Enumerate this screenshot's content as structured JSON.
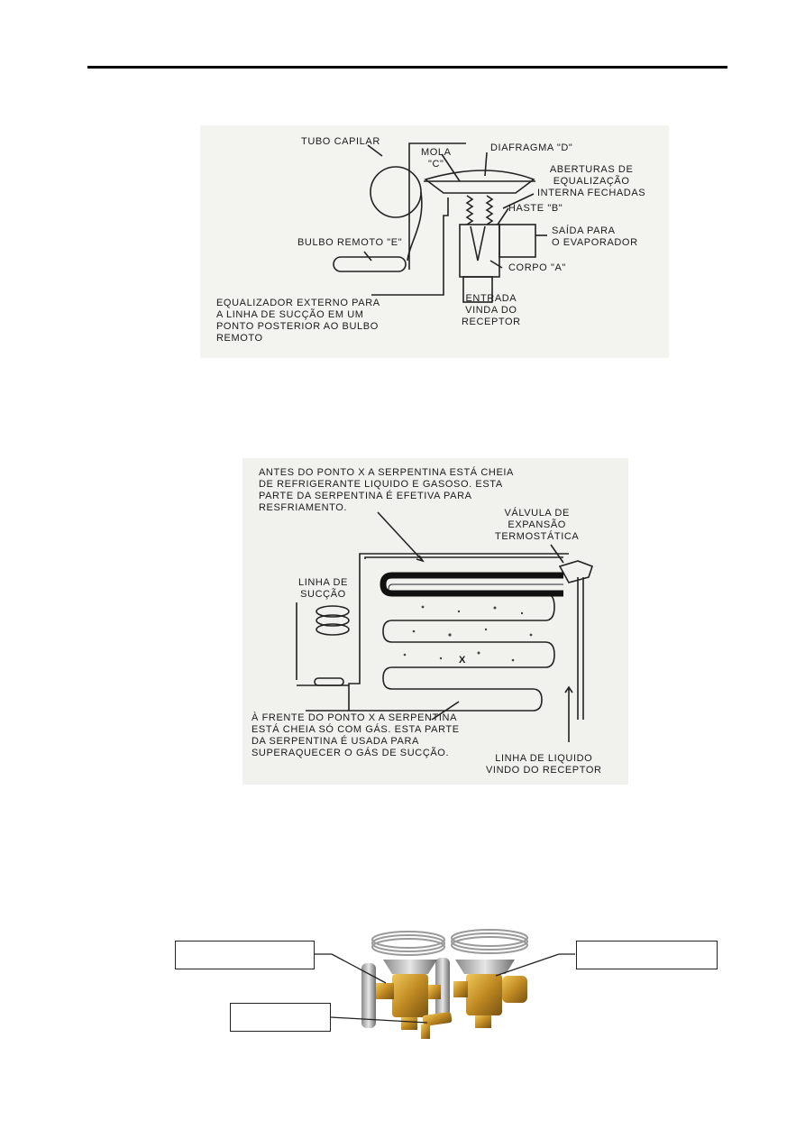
{
  "figure1": {
    "labels": {
      "tubo_capilar": "TUBO CAPILAR",
      "mola": "MOLA\n\"C\"",
      "diafragma": "DIAFRAGMA \"D\"",
      "aberturas": "ABERTURAS DE\nEQUALIZAÇÃO\nINTERNA FECHADAS",
      "haste": "HASTE \"B\"",
      "saida": "SAÍDA PARA\nO EVAPORADOR",
      "bulbo": "BULBO REMOTO \"E\"",
      "corpo": "CORPO \"A\"",
      "equalizador": "EQUALIZADOR EXTERNO PARA\nA LINHA DE SUCÇÃO EM UM\nPONTO POSTERIOR AO BULBO\nREMOTO",
      "entrada": "ENTRADA\nVINDA DO\nRECEPTOR"
    }
  },
  "figure2": {
    "labels": {
      "antes": "ANTES DO PONTO X A SERPENTINA ESTÁ CHEIA\nDE REFRIGERANTE LIQUIDO E GASOSO. ESTA\nPARTE DA SERPENTINA É EFETIVA PARA\nRESFRIAMENTO.",
      "valvula": "VÁLVULA DE\nEXPANSÃO\nTERMOSTÁTICA",
      "linha_succao": "LINHA DE\nSUCÇÃO",
      "ponto_x": "X",
      "frente": "À FRENTE DO PONTO X A SERPENTINA\nESTÁ CHEIA SÓ COM GÁS. ESTA PARTE\nDA SERPENTINA É USADA PARA\nSUPERAQUECER O GÁS DE SUCÇÃO.",
      "linha_liquido": "LINHA DE LIQUIDO\nVINDO DO RECEPTOR"
    }
  }
}
